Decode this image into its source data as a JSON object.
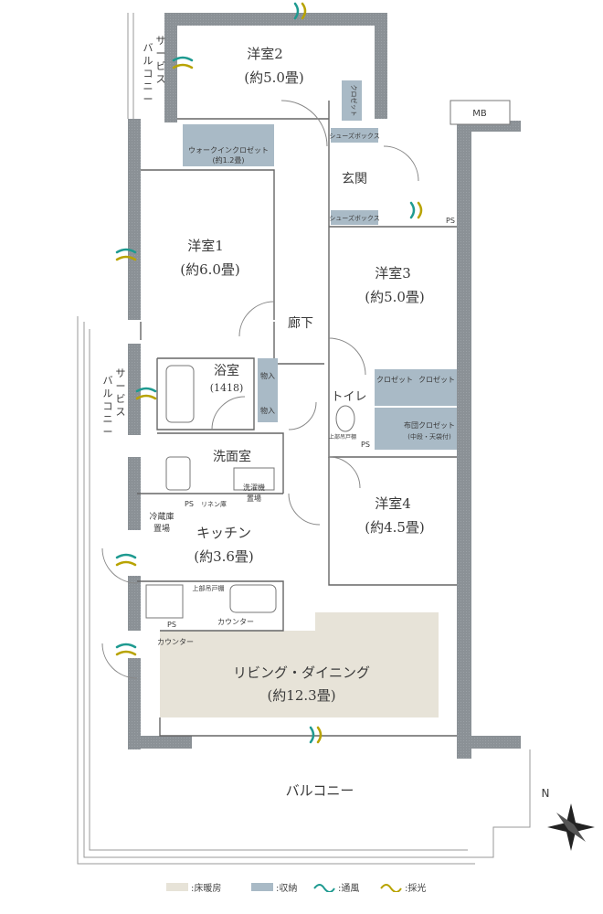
{
  "rooms": {
    "western2": {
      "name": "洋室2",
      "size": "(約5.0畳)"
    },
    "western1": {
      "name": "洋室1",
      "size": "(約6.0畳)"
    },
    "western3": {
      "name": "洋室3",
      "size": "(約5.0畳)"
    },
    "western4": {
      "name": "洋室4",
      "size": "(約4.5畳)"
    },
    "entrance": {
      "name": "玄関"
    },
    "corridor": {
      "name": "廊下"
    },
    "bathroom": {
      "name": "浴室",
      "size": "(1418)"
    },
    "toilet": {
      "name": "トイレ"
    },
    "washroom": {
      "name": "洗面室"
    },
    "kitchen": {
      "name": "キッチン",
      "size": "(約3.6畳)"
    },
    "living": {
      "name": "リビング・ダイニング",
      "size": "(約12.3畳)"
    },
    "balcony": {
      "name": "バルコニー"
    }
  },
  "service_balcony_top": [
    "サ",
    "ー",
    "ビ",
    "ス",
    "バ",
    "ル",
    "コ",
    "ニ",
    "ー"
  ],
  "service_balcony_left": [
    "サ",
    "ー",
    "ビ",
    "ス",
    "バ",
    "ル",
    "コ",
    "ニ",
    "ー"
  ],
  "storage": {
    "closet_top": "クロゼット",
    "walkin_closet": "ウォークインクロゼット",
    "walkin_closet_size": "(約1.2畳)",
    "shoe_box_top": "シューズボックス",
    "shoe_box_bottom": "シューズボックス",
    "closet_a": "クロゼット",
    "closet_b": "クロゼット",
    "storage_closet": "布団クロゼット",
    "storage_closet_note": "(中段・天袋付)",
    "mono_a": "物入",
    "mono_b": "物入",
    "upper_cabinet_toilet": "上部吊戸棚",
    "upper_cabinet_kitchen": "上部吊戸棚"
  },
  "fixtures": {
    "mb": "MB",
    "ps_entrance": "PS",
    "ps_toilet": "PS",
    "ps_wash": "PS",
    "ps_kitchen": "PS",
    "linen": "リネン庫",
    "washer": [
      "洗濯機",
      "置場"
    ],
    "fridge": [
      "冷蔵庫",
      "置場"
    ],
    "counter_kitchen": "カウンター",
    "counter_window": "カウンター"
  },
  "compass": "N",
  "legend": [
    {
      "label": ":床暖房",
      "color": "#e7e3d8"
    },
    {
      "label": ":収納",
      "color": "#a9bac6"
    },
    {
      "label": ":通風",
      "color": "#1e9a90"
    },
    {
      "label": ":採光",
      "color": "#b8a300"
    }
  ],
  "colors": {
    "wall": "#8b9196",
    "storage": "#a9bac6",
    "floor_heating": "#e7e3d8",
    "wind": "#1e9a90",
    "light": "#b8a300"
  }
}
